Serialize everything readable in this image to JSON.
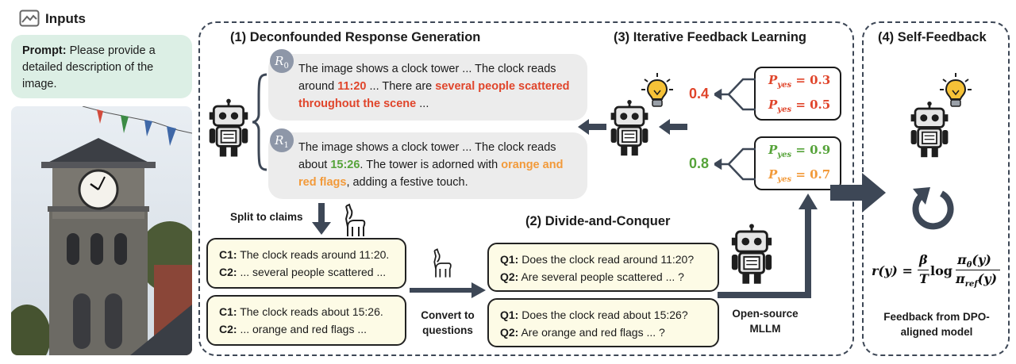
{
  "inputs": {
    "heading": "Inputs",
    "prompt_label": "Prompt:",
    "prompt_text": "Please provide a detailed description of the image."
  },
  "panel1": {
    "title": "(1) Deconfounded Response Generation",
    "r0": {
      "label": "R",
      "sub": "0",
      "pre": "The image shows a clock tower ... The clock reads around ",
      "time": "11:20",
      "mid": " ... There are ",
      "hl": "several people scattered throughout the scene",
      "post": " ..."
    },
    "r1": {
      "label": "R",
      "sub": "1",
      "pre": "The image shows a clock tower ... The clock reads about ",
      "time": "15:26",
      "mid": ". The tower is adorned with ",
      "hl": "orange and red flags",
      "post": ", adding a festive touch."
    }
  },
  "split_label": "Split to claims",
  "claims_a": [
    {
      "k": "C1:",
      "v": "The clock reads around 11:20."
    },
    {
      "k": "C2:",
      "v": "... several people scattered ..."
    }
  ],
  "claims_b": [
    {
      "k": "C1:",
      "v": "The clock reads about 15:26."
    },
    {
      "k": "C2:",
      "v": "... orange and red flags ..."
    }
  ],
  "convert_label": "Convert to questions",
  "panel2": {
    "title": "(2) Divide-and-Conquer",
    "questions_a": [
      {
        "k": "Q1:",
        "v": "Does the clock read around 11:20?"
      },
      {
        "k": "Q2:",
        "v": "Are several people scattered ... ?"
      }
    ],
    "questions_b": [
      {
        "k": "Q1:",
        "v": "Does the clock read about 15:26?"
      },
      {
        "k": "Q2:",
        "v": "Are orange and red flags ... ?"
      }
    ]
  },
  "mllm_label": "Open-source MLLM",
  "panel3": {
    "title": "(3) Iterative Feedback Learning",
    "score_a": "0.4",
    "score_b": "0.8",
    "p_sym": "P",
    "p_sub": "yes",
    "pa": [
      "= 0.3",
      "= 0.5"
    ],
    "pb": [
      "= 0.9",
      "= 0.7"
    ]
  },
  "panel4": {
    "title": "(4) Self-Feedback",
    "formula": {
      "lhs": "r(y) =",
      "beta": "β",
      "T": "T",
      "log": "log",
      "num": "π",
      "num_sub": "θ",
      "num_arg": "(y)",
      "den": "π",
      "den_sub": "ref",
      "den_arg": "(y)"
    },
    "caption": "Feedback from DPO-aligned model"
  },
  "colors": {
    "red": "#e0452b",
    "orange": "#f29a3a",
    "green": "#56a33a",
    "dark": "#3d4756",
    "prompt_bg": "#dcefe5"
  }
}
